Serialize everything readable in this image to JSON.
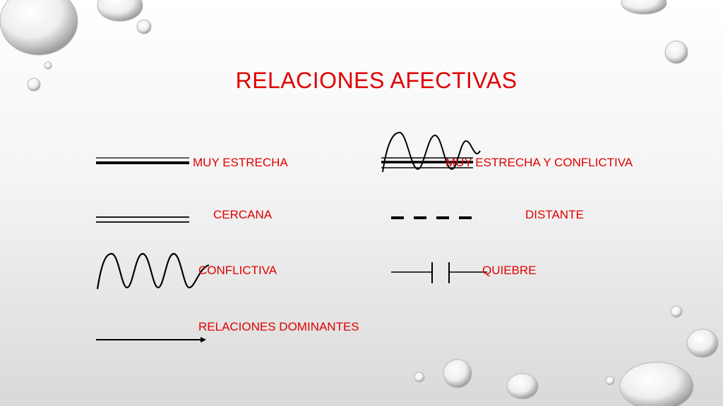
{
  "slide": {
    "title": "RELACIONES AFECTIVAS",
    "title_color": "#e00000",
    "label_color": "#e00000",
    "line_color": "#000000"
  },
  "legend": {
    "muy_estrecha": {
      "label": "MUY ESTRECHA",
      "symbol": "thick-line-icon"
    },
    "cercana": {
      "label": "CERCANA",
      "symbol": "double-line-icon"
    },
    "conflictiva": {
      "label": "CONFLICTIVA",
      "symbol": "zigzag-icon"
    },
    "relaciones_dominantes": {
      "label": "RELACIONES DOMINANTES",
      "symbol": "arrow-line-icon"
    },
    "muy_estrecha_conflictiva": {
      "label": "MUY ESTRECHA Y CONFLICTIVA",
      "symbol": "zigzag-over-lines-icon"
    },
    "distante": {
      "label": "DISTANTE",
      "symbol": "dashed-line-icon"
    },
    "quiebre": {
      "label": "QUIEBRE",
      "symbol": "broken-line-icon"
    }
  }
}
